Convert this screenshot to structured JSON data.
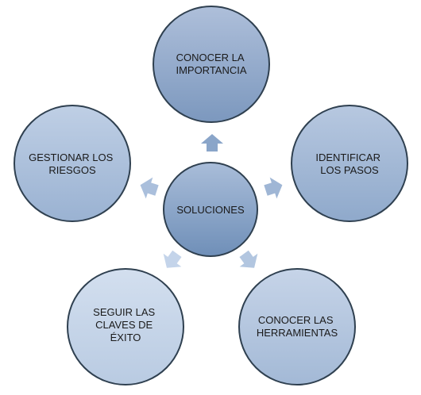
{
  "center": {
    "lines": [
      "SOLUCIONES"
    ]
  },
  "nodes": [
    {
      "id": "conocer-importancia",
      "lines": [
        "CONOCER LA",
        "IMPORTANCIA"
      ]
    },
    {
      "id": "identificar-pasos",
      "lines": [
        "IDENTIFICAR",
        "LOS PASOS"
      ]
    },
    {
      "id": "conocer-herramientas",
      "lines": [
        "CONOCER LAS",
        "HERRAMIENTAS"
      ]
    },
    {
      "id": "seguir-claves",
      "lines": [
        "SEGUIR LAS",
        "CLAVES DE",
        "ÉXITO"
      ]
    },
    {
      "id": "gestionar-riesgos",
      "lines": [
        "GESTIONAR LOS",
        "RIESGOS"
      ]
    }
  ],
  "colors": {
    "outline": "#2f4050",
    "center_top": "#a9bdd9",
    "center_bottom": "#6f8fb8",
    "node_palette": [
      [
        "#aebfda",
        "#7c98be"
      ],
      [
        "#b7c8e0",
        "#8fa9cb"
      ],
      [
        "#c6d4e8",
        "#a3b9d6"
      ],
      [
        "#d3dfef",
        "#b9cbe2"
      ],
      [
        "#bfcfe5",
        "#9ab2d2"
      ]
    ],
    "arrow_palette": [
      "#8aa5c9",
      "#9fb6d5",
      "#b2c6e0",
      "#c4d4ea",
      "#aabfdc"
    ]
  }
}
